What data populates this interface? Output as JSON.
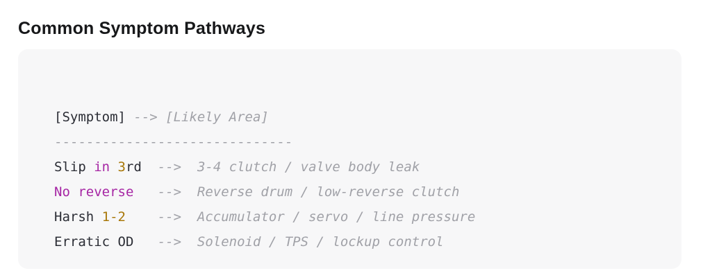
{
  "page": {
    "title": "Common Symptom Pathways"
  },
  "colors": {
    "page_bg": "#ffffff",
    "card_bg": "#f7f7f8",
    "title": "#17181a",
    "plain": "#2b2d35",
    "keyword": "#a626a4",
    "number": "#a87708",
    "comment": "#a0a1a7"
  },
  "code": {
    "lines": [
      {
        "tokens": [
          {
            "style": "plain",
            "text": "[Symptom] "
          },
          {
            "style": "comment",
            "text": "--> [Likely Area]"
          }
        ]
      },
      {
        "tokens": [
          {
            "style": "punct",
            "text": "------------------------------"
          }
        ]
      },
      {
        "tokens": [
          {
            "style": "plain",
            "text": "Slip "
          },
          {
            "style": "keyword",
            "text": "in"
          },
          {
            "style": "plain",
            "text": " "
          },
          {
            "style": "number",
            "text": "3"
          },
          {
            "style": "plain",
            "text": "rd  "
          },
          {
            "style": "comment",
            "text": "-->  3-4 clutch / valve body leak"
          }
        ]
      },
      {
        "tokens": [
          {
            "style": "keyword",
            "text": "No reverse"
          },
          {
            "style": "plain",
            "text": "   "
          },
          {
            "style": "comment",
            "text": "-->  Reverse drum / low-reverse clutch"
          }
        ]
      },
      {
        "tokens": [
          {
            "style": "plain",
            "text": "Harsh "
          },
          {
            "style": "number",
            "text": "1-2"
          },
          {
            "style": "plain",
            "text": "    "
          },
          {
            "style": "comment",
            "text": "-->  Accumulator / servo / line pressure"
          }
        ]
      },
      {
        "tokens": [
          {
            "style": "plain",
            "text": "Erratic OD   "
          },
          {
            "style": "comment",
            "text": "-->  Solenoid / TPS / lockup control"
          }
        ]
      }
    ]
  }
}
